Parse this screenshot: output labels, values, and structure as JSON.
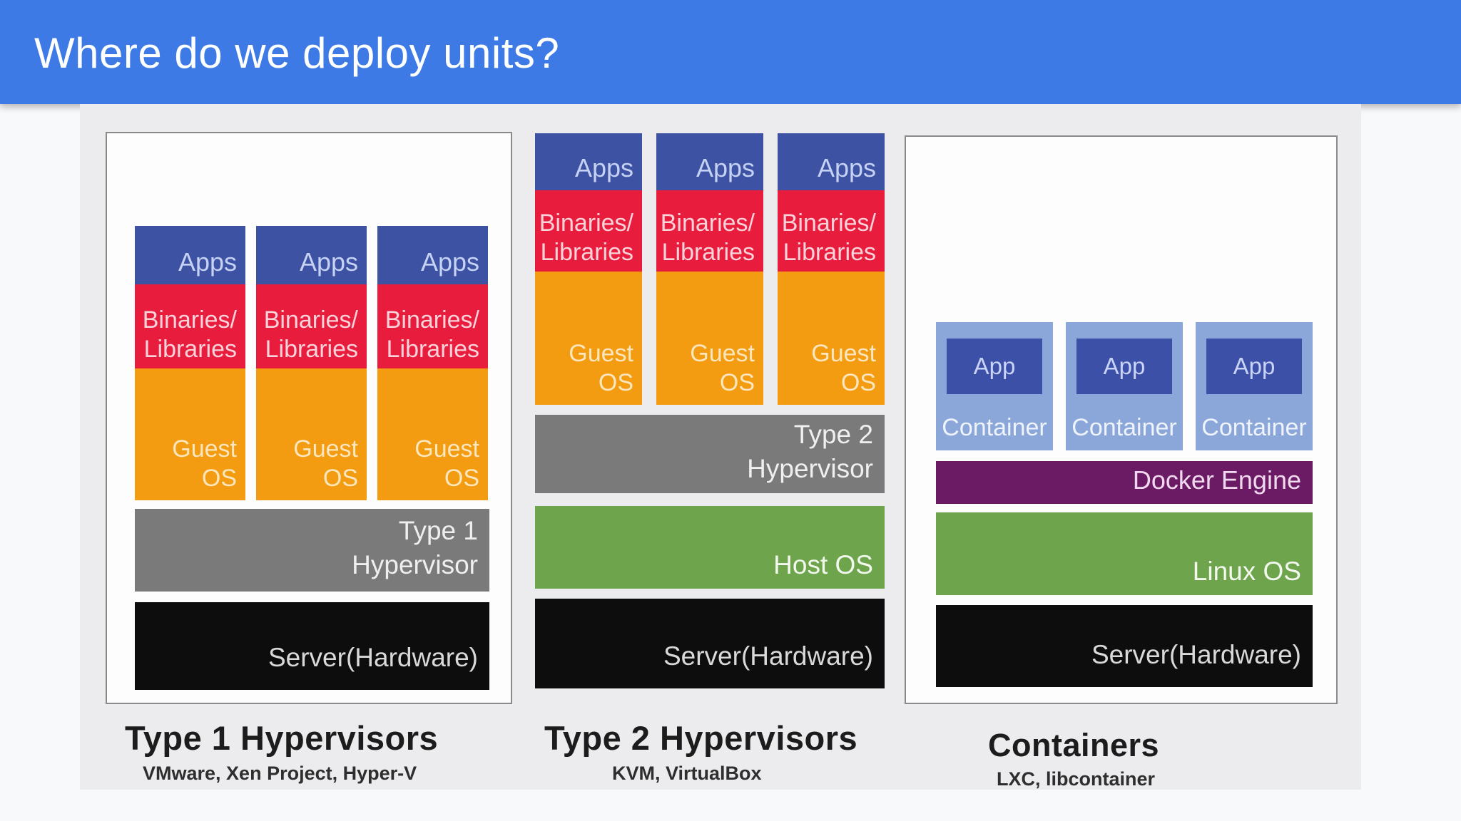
{
  "header": {
    "title": "Where do we deploy units?"
  },
  "colors": {
    "header_blue": "#3d7ae5",
    "apps_blue": "#3e52a4",
    "binaries_red": "#e81c3c",
    "guest_orange": "#f39c11",
    "hypervisor_gray": "#7a7a7a",
    "os_green": "#6da44c",
    "server_black": "#0d0d0d",
    "container_blue": "#8ba6d9",
    "app_blue": "#3c50a8",
    "docker_purple": "#6b1a64",
    "slide_gray": "#ececee"
  },
  "type1": {
    "stacks": [
      {
        "apps": "Apps",
        "binaries": "Binaries/",
        "libraries": "Libraries",
        "guest": "Guest",
        "os": "OS"
      },
      {
        "apps": "Apps",
        "binaries": "Binaries/",
        "libraries": "Libraries",
        "guest": "Guest",
        "os": "OS"
      },
      {
        "apps": "Apps",
        "binaries": "Binaries/",
        "libraries": "Libraries",
        "guest": "Guest",
        "os": "OS"
      }
    ],
    "hypervisor_line1": "Type 1",
    "hypervisor_line2": "Hypervisor",
    "server": "Server(Hardware)",
    "caption": "Type 1 Hypervisors",
    "subcaption": "VMware, Xen Project, Hyper-V"
  },
  "type2": {
    "stacks": [
      {
        "apps": "Apps",
        "binaries": "Binaries/",
        "libraries": "Libraries",
        "guest": "Guest",
        "os": "OS"
      },
      {
        "apps": "Apps",
        "binaries": "Binaries/",
        "libraries": "Libraries",
        "guest": "Guest",
        "os": "OS"
      },
      {
        "apps": "Apps",
        "binaries": "Binaries/",
        "libraries": "Libraries",
        "guest": "Guest",
        "os": "OS"
      }
    ],
    "hypervisor_line1": "Type 2",
    "hypervisor_line2": "Hypervisor",
    "host_os": "Host OS",
    "server": "Server(Hardware)",
    "caption": "Type 2 Hypervisors",
    "subcaption": "KVM, VirtualBox"
  },
  "containers": {
    "items": [
      {
        "app": "App",
        "label": "Container"
      },
      {
        "app": "App",
        "label": "Container"
      },
      {
        "app": "App",
        "label": "Container"
      }
    ],
    "docker": "Docker Engine",
    "linux": "Linux OS",
    "server": "Server(Hardware)",
    "caption": "Containers",
    "subcaption": "LXC, libcontainer"
  }
}
